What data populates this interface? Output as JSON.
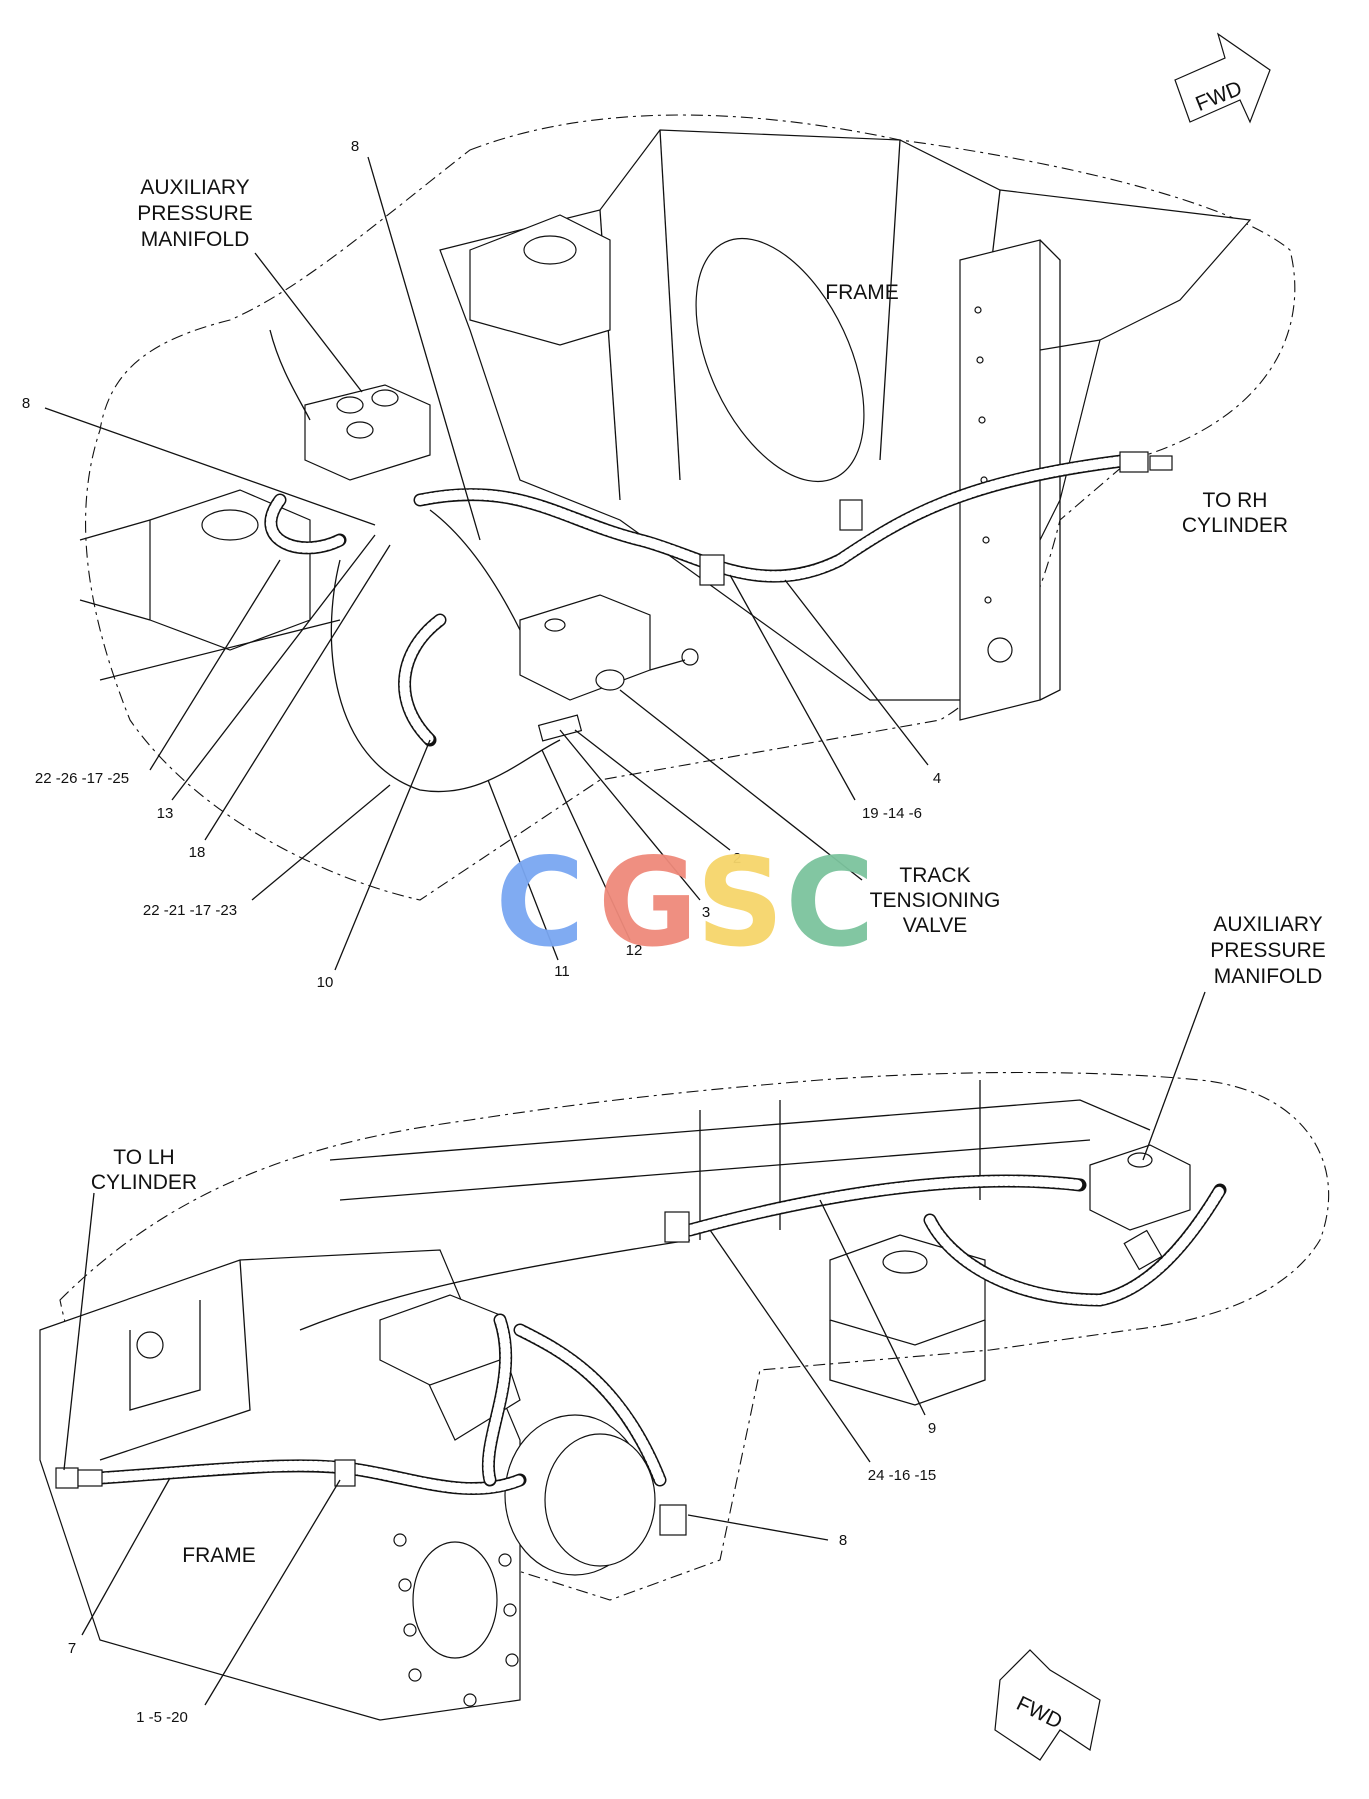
{
  "top_view": {
    "fwd_arrow": "FWD",
    "label_aux_manifold": [
      "AUXILIARY",
      "PRESSURE",
      "MANIFOLD"
    ],
    "label_frame": "FRAME",
    "label_rh_cylinder": [
      "TO RH",
      "CYLINDER"
    ],
    "label_track_valve": [
      "TRACK",
      "TENSIONING",
      "VALVE"
    ],
    "callouts": [
      "8",
      "8",
      "22 -26 -17 -25",
      "13",
      "18",
      "22 -21 -17 -23",
      "10",
      "11",
      "12",
      "3",
      "2",
      "19 -14 -6",
      "4"
    ]
  },
  "bottom_view": {
    "fwd_arrow": "FWD",
    "label_aux_manifold": [
      "AUXILIARY",
      "PRESSURE",
      "MANIFOLD"
    ],
    "label_lh_cylinder": [
      "TO LH",
      "CYLINDER"
    ],
    "label_frame": "FRAME",
    "callouts": [
      "9",
      "24 -16 -15",
      "8",
      "7",
      "1 -5 -20"
    ]
  },
  "watermark": {
    "letters": [
      "C",
      "G",
      "S",
      "C"
    ],
    "colors": [
      "#7aa7f2",
      "#ef8a7b",
      "#f6d56b",
      "#7cc49e"
    ]
  }
}
